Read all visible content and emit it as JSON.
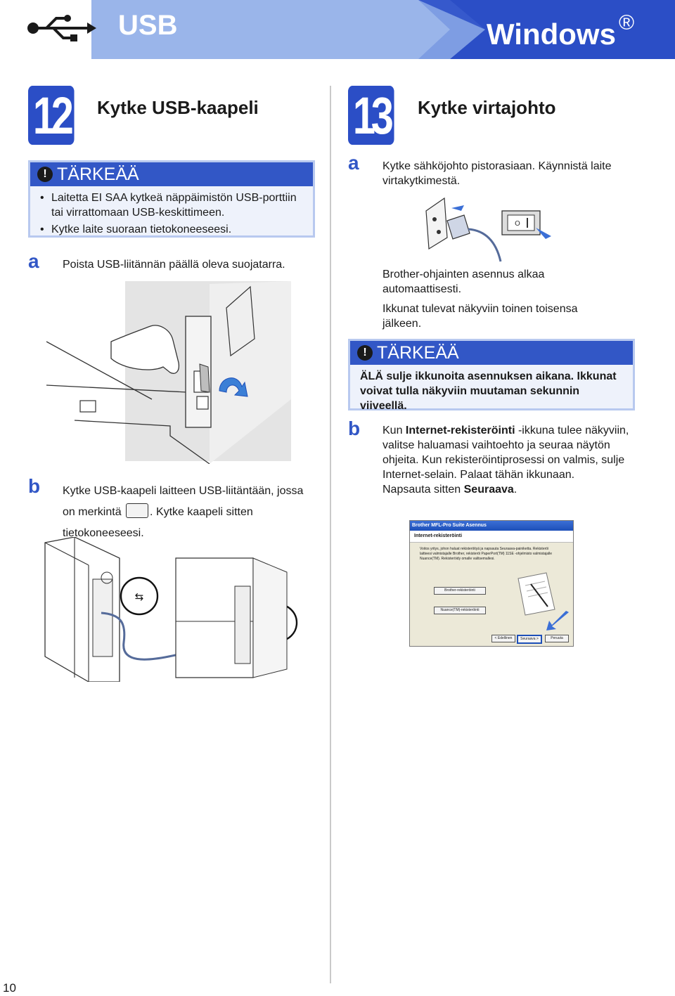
{
  "header": {
    "title": "USB",
    "os_label": "Windows",
    "os_mark": "®",
    "colors": {
      "banner_light": "#9ab5ea",
      "banner_dark": "#2b4ec6",
      "accent": "#3257c6"
    }
  },
  "step12": {
    "number": "12",
    "title": "Kytke USB-kaapeli",
    "important": {
      "heading": "TÄRKEÄÄ",
      "bullets": [
        "Laitetta EI SAA kytkeä näppäimistön USB-porttiin tai virrattomaan USB-keskittimeen.",
        "Kytke laite suoraan tietokoneeseesi."
      ]
    },
    "a": {
      "letter": "a",
      "text": "Poista USB-liitännän päällä oleva suojatarra."
    },
    "b": {
      "letter": "b",
      "text_before": "Kytke USB-kaapeli laitteen USB-liitäntään, jossa on merkintä",
      "text_after": ". Kytke kaapeli sitten tietokoneeseesi."
    }
  },
  "step13": {
    "number": "13",
    "title": "Kytke virtajohto",
    "a": {
      "letter": "a",
      "text": "Kytke sähköjohto pistorasiaan. Käynnistä laite virtakytkimestä.",
      "p2": "Brother-ohjainten asennus alkaa automaattisesti.",
      "p3": "Ikkunat tulevat näkyviin toinen toisensa jälkeen."
    },
    "important": {
      "heading": "TÄRKEÄÄ",
      "text": "ÄLÄ sulje ikkunoita asennuksen aikana. Ikkunat voivat tulla näkyviin muutaman sekunnin viiveellä."
    },
    "b": {
      "letter": "b",
      "t1": "Kun ",
      "t2": "Internet-rekisteröinti",
      "t3": " -ikkuna tulee näkyviin, valitse haluamasi vaihtoehto ja seuraa näytön ohjeita. Kun rekisteröintiprosessi on valmis, sulje Internet-selain. Palaat tähän ikkunaan.",
      "t4": "Napsauta sitten ",
      "t5": "Seuraava",
      "t6": "."
    },
    "dialog": {
      "title": "Brother MFL-Pro Suite Asennus",
      "subtitle": "Internet-rekisteröinti",
      "body": "Voitos yritys, johon haluat rekisteröityä ja napsauta Seuraava-painiketta. Rekisteröi laitteesi valmistajalle Brother, rekisteröi PaperPort(TM) 11SE -ohjelmisto valmistajalle Nuance(TM). Rekisteröidy omalle valitsemallesi.",
      "btn_brother": "Brother-rekisteröinti",
      "btn_nuance": "Nuance(TM)-rekisteröinti",
      "btn_back": "< Edellinen",
      "btn_next": "Seuraava >",
      "btn_cancel": "Peruuta"
    }
  },
  "page_number": "10"
}
